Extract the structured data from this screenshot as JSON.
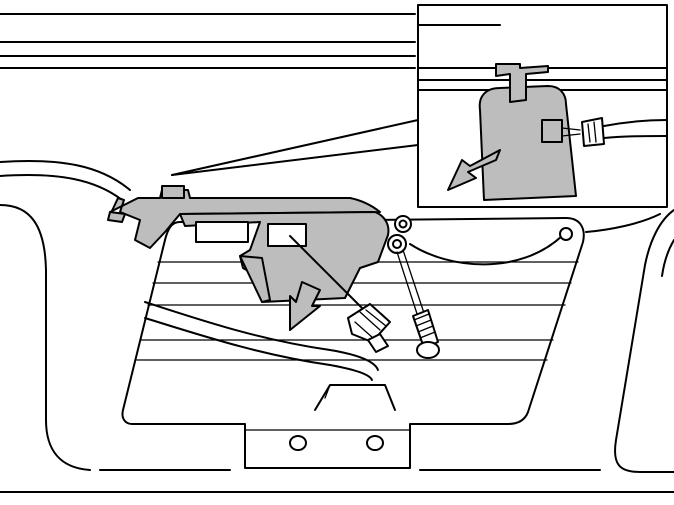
{
  "diagram": {
    "parts": {
      "panel": "tailgate-panel",
      "module": "lock-motor-module",
      "connector": "wiring-connector",
      "screw": "mounting-screw",
      "arrow": "removal-arrow",
      "detail": "detail-inset"
    },
    "colors": {
      "line": "#000000",
      "shaded_part": "#bdbdbd",
      "background": "#ffffff"
    }
  }
}
